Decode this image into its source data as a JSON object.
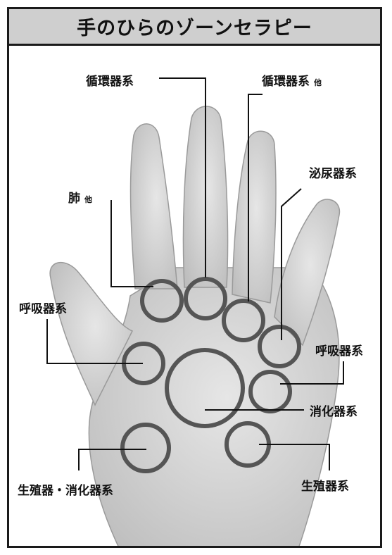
{
  "title": "手のひらのゾーンセラピー",
  "labels": {
    "circulatory_left": "循環器系",
    "circulatory_right": "循環器系",
    "circulatory_right_sub": "他",
    "urinary": "泌尿器系",
    "lung": "肺",
    "lung_sub": "他",
    "respiratory_left": "呼吸器系",
    "respiratory_right": "呼吸器系",
    "digestive": "消化器系",
    "reproductive_digestive": "生殖器・消化器系",
    "reproductive": "生殖器系"
  },
  "colors": {
    "title_bg": "#cfcfcf",
    "zone_ring": "#555555",
    "palm_fill": "#d9d9d9",
    "line": "#111111"
  }
}
